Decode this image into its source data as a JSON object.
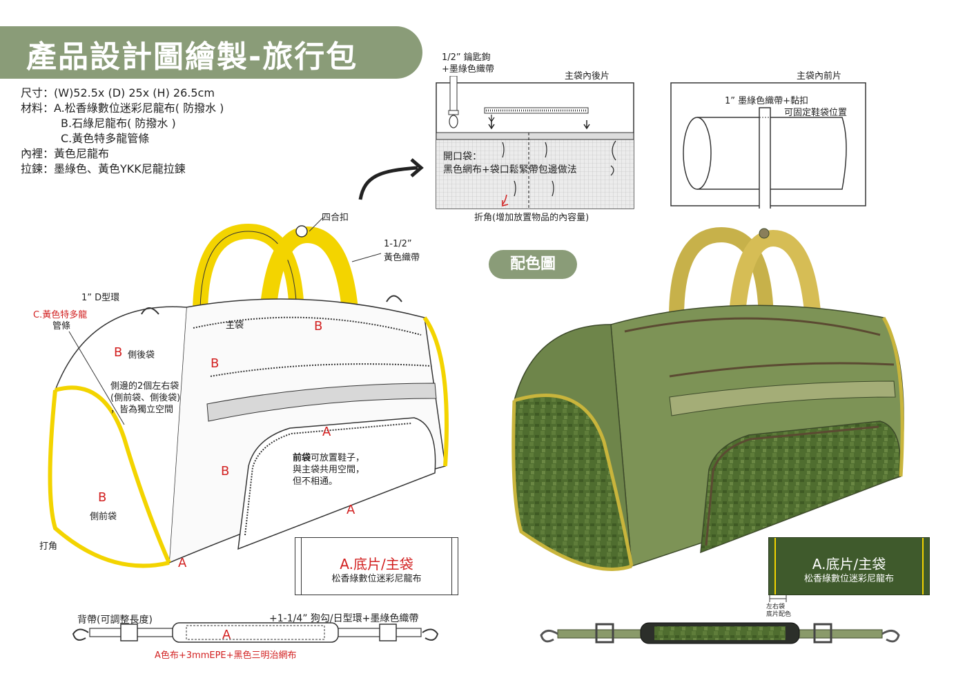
{
  "title": "產品設計圖繪製-旅行包",
  "specs": {
    "size": "尺寸：(W)52.5x (D) 25x (H) 26.5cm",
    "material_a": "材料：A.松香綠數位迷彩尼龍布( 防撥水 )",
    "material_b": "B.石綠尼龍布( 防撥水 )",
    "material_c": "C.黃色特多龍管條",
    "lining": "內裡：黃色尼龍布",
    "zipper": "拉鍊：墨綠色、黃色YKK尼龍拉鍊"
  },
  "top_diagrams": {
    "key_hook": "1/2” 鑰匙鉤",
    "key_hook_strap": "+墨綠色織帶",
    "back_panel_title": "主袋內後片",
    "open_pocket_line1": "開口袋：",
    "open_pocket_line2": "黑色網布+袋口鬆緊帶包邊做法",
    "fold_note": "折角(增加放置物品的內容量)",
    "front_panel_title": "主袋內前片",
    "strap_note": "1” 墨綠色織帶+黏扣",
    "fix_note": "可固定鞋袋位置"
  },
  "sketch": {
    "snap": "四合扣",
    "webbing_size": "1-1/2”",
    "webbing_color": "黃色織帶",
    "d_ring": "1” D型環",
    "piping_line1": "C.黃色特多龍",
    "piping_line2": "管條",
    "main_bag": "主袋",
    "side_back": "側後袋",
    "side_note_1": "側邊的2個左右袋",
    "side_note_2": "(側前袋、側後袋)",
    "side_note_3": "，皆為獨立空間",
    "side_front": "側前袋",
    "front_pocket_bold": "前袋",
    "front_pocket_rest": "可放置鞋子，",
    "front_pocket_2": "與主袋共用空間，",
    "front_pocket_3": "但不相通。",
    "corner": "打角",
    "letter_a": "A",
    "letter_b": "B",
    "swatch_title": "A.底片/主袋",
    "swatch_sub": "松香綠數位迷彩尼龍布"
  },
  "strap": {
    "shoulder": "背帶(可調整長度)",
    "hardware": "+1-1/4” 狗勾/日型環+墨綠色織帶",
    "pad_letter": "A",
    "pad_note": "A色布+3mmEPE+黑色三明治網布"
  },
  "color_view": {
    "label": "配色圖",
    "swatch_title": "A.底片/主袋",
    "swatch_sub": "松香綠數位迷彩尼龍布",
    "side_line1": "左右袋",
    "side_line2": "底片配色"
  },
  "colors": {
    "title_bg": "#8a9c78",
    "yellow": "#f3d400",
    "green_dark": "#3f5a2c",
    "green_mid": "#6c8147",
    "annot_red": "#d22020"
  }
}
